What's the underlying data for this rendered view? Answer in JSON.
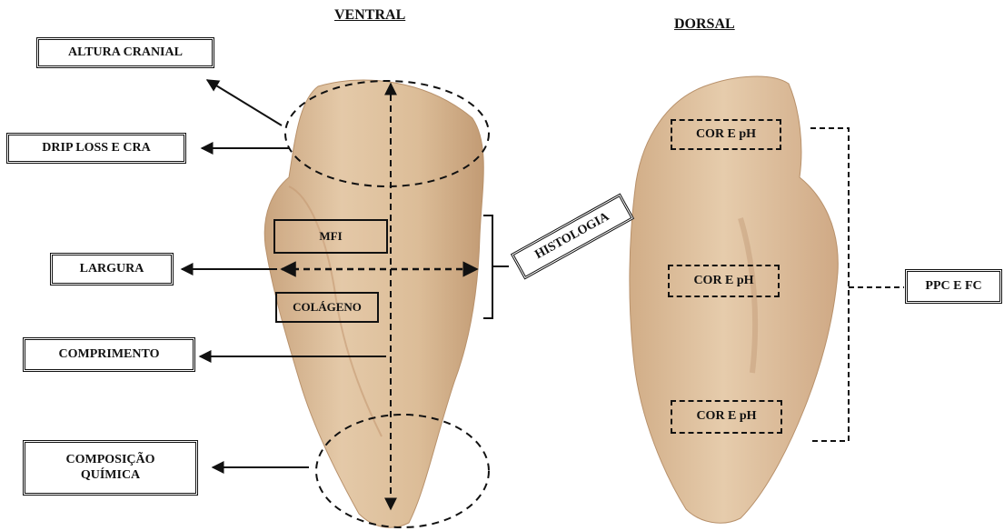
{
  "headers": {
    "ventral": "VENTRAL",
    "dorsal": "DORSAL"
  },
  "labels": {
    "altura_cranial": "ALTURA CRANIAL",
    "drip_loss": "DRIP LOSS E CRA",
    "mfi": "MFI",
    "largura": "LARGURA",
    "colageno": "COLÁGENO",
    "comprimento": "COMPRIMENTO",
    "composicao_line1": "COMPOSIÇÃO",
    "composicao_line2": "QUÍMICA",
    "histologia": "HISTOLOGIA",
    "cor_ph_1": "COR E pH",
    "cor_ph_2": "COR E pH",
    "cor_ph_3": "COR E pH",
    "ppc_fc": "PPC E FC"
  },
  "colors": {
    "meat_light": "#e2c6a4",
    "meat_mid": "#d3ae87",
    "meat_dark": "#b88d67",
    "line": "#111111"
  }
}
